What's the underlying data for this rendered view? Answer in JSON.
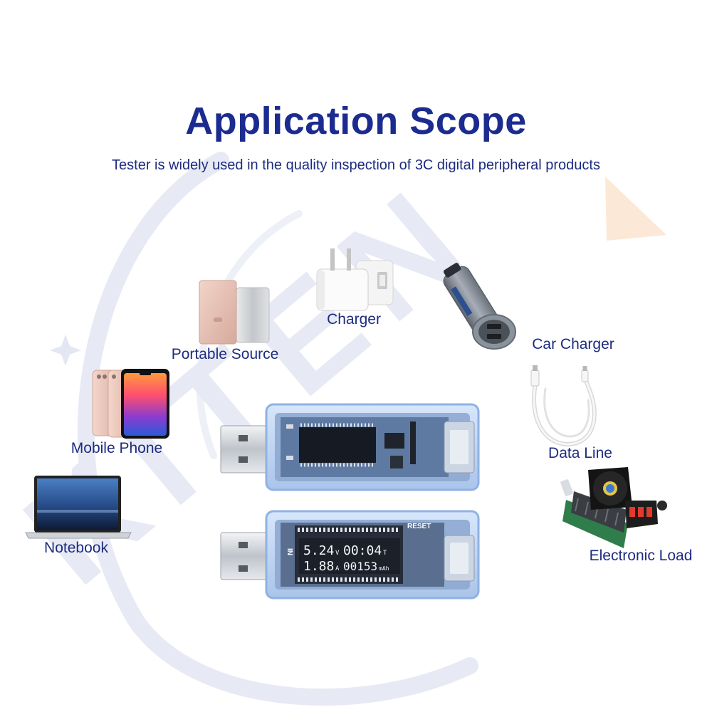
{
  "header": {
    "title": "Application Scope",
    "subtitle": "Tester is widely used in the quality inspection of 3C digital peripheral products"
  },
  "watermark": {
    "text": "KITEN"
  },
  "items": {
    "charger": "Charger",
    "portable_source": "Portable Source",
    "car_charger": "Car Charger",
    "mobile_phone": "Mobile Phone",
    "data_line": "Data Line",
    "notebook": "Notebook",
    "electronic_load": "Electronic Load"
  },
  "tester_display": {
    "voltage": "5.24",
    "voltage_unit": "V",
    "time": "00:04",
    "time_unit": "T",
    "current": "1.88",
    "current_unit": "A",
    "capacity": "00153",
    "capacity_unit": "mAh",
    "reset_label": "RESET",
    "input_label": "IN"
  },
  "colors": {
    "title": "#1c2b8f",
    "text": "#1d2c80",
    "watermark": "#e7eaf4",
    "accent_triangle": "#fbe4cf"
  }
}
